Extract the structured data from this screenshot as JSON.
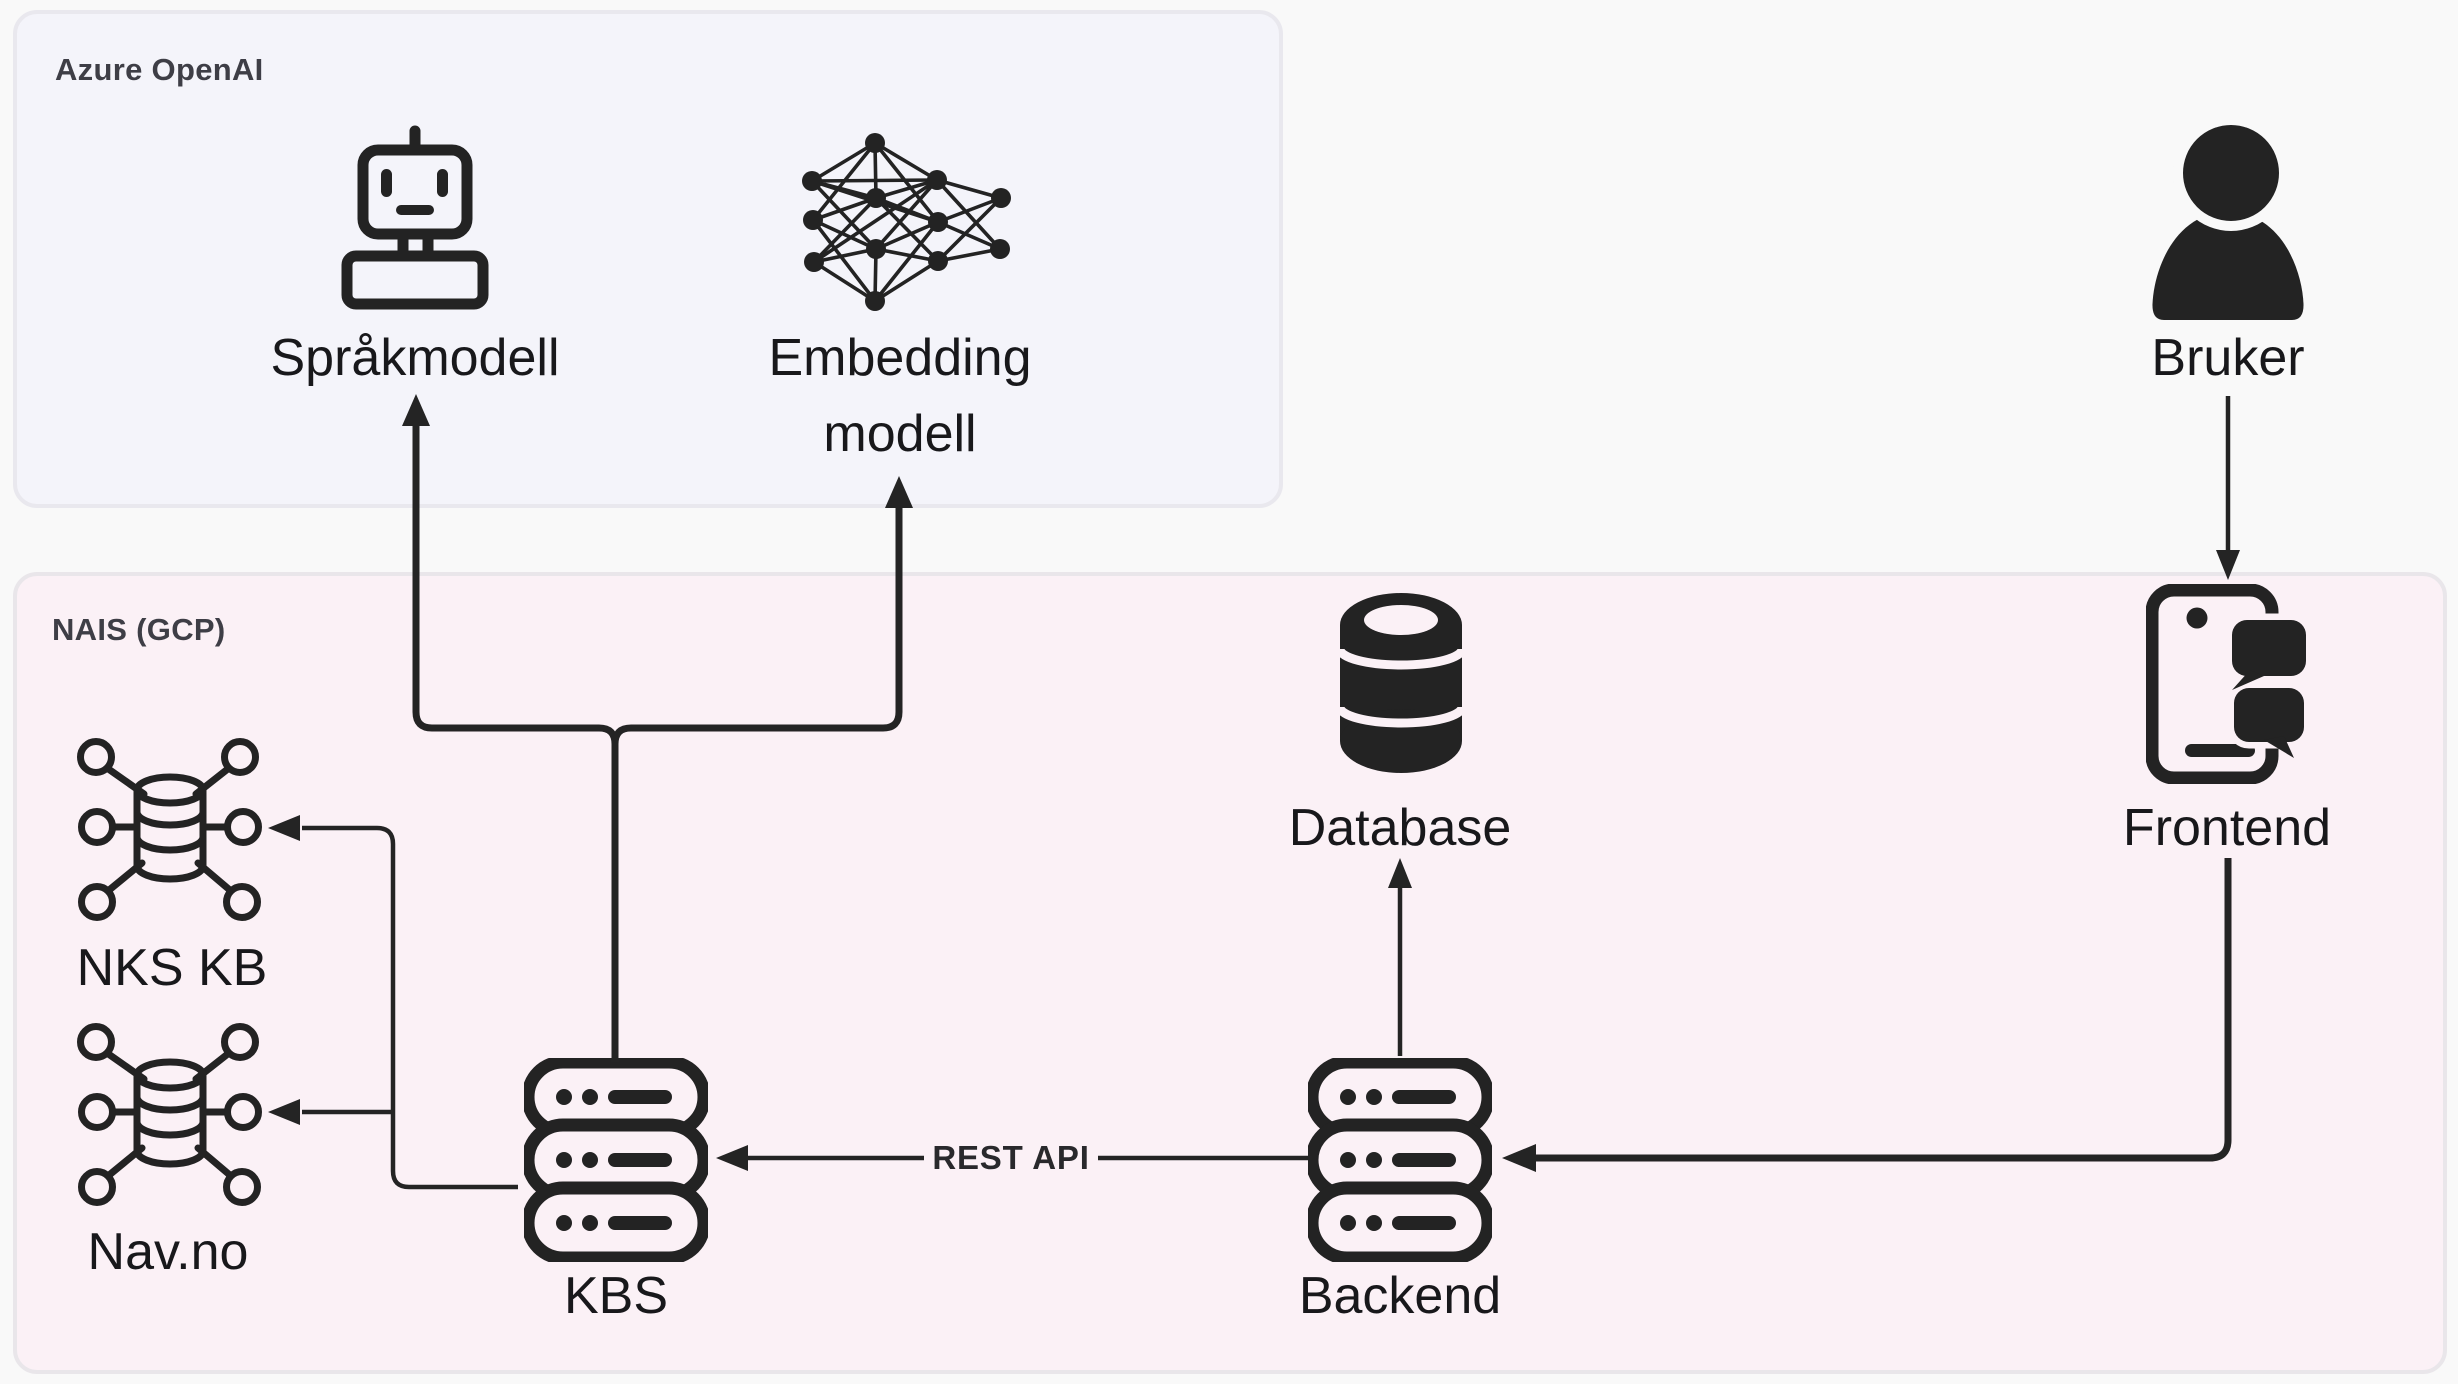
{
  "diagram": {
    "groups": {
      "azure": {
        "label": "Azure OpenAI"
      },
      "nais": {
        "label": "NAIS (GCP)"
      }
    },
    "nodes": {
      "sprakmodell": {
        "label": "Språkmodell",
        "icon": "robot-icon"
      },
      "embedding_modell": {
        "label": "Embedding modell",
        "icon": "neural-network-icon"
      },
      "bruker": {
        "label": "Bruker",
        "icon": "person-icon"
      },
      "database": {
        "label": "Database",
        "icon": "database-cylinder-icon"
      },
      "frontend": {
        "label": "Frontend",
        "icon": "smartphone-chat-icon"
      },
      "nks_kb": {
        "label": "NKS KB",
        "icon": "distributed-database-icon"
      },
      "nav_no": {
        "label": "Nav.no",
        "icon": "distributed-database-icon"
      },
      "kbs": {
        "label": "KBS",
        "icon": "server-stack-icon"
      },
      "backend": {
        "label": "Backend",
        "icon": "server-stack-icon"
      }
    },
    "edges": {
      "rest_api": {
        "label": "REST API"
      },
      "list": [
        {
          "from": "kbs",
          "to": "sprakmodell"
        },
        {
          "from": "kbs",
          "to": "embedding_modell"
        },
        {
          "from": "kbs",
          "to": "nks_kb"
        },
        {
          "from": "kbs",
          "to": "nav_no"
        },
        {
          "from": "backend",
          "to": "kbs",
          "label": "REST API"
        },
        {
          "from": "backend",
          "to": "database"
        },
        {
          "from": "frontend",
          "to": "backend"
        },
        {
          "from": "bruker",
          "to": "frontend"
        }
      ]
    },
    "colors": {
      "page_bg": "#f9f9f9",
      "azure_box_bg": "#f4f4fa",
      "nais_box_bg": "#fbf1f6",
      "box_border": "#e9e8ee",
      "ink": "#232323",
      "line": "#242424",
      "label_text": "#18181b",
      "group_label_text": "#3e3e46"
    }
  }
}
